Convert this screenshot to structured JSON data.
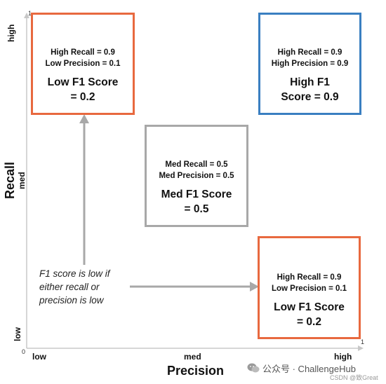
{
  "axes": {
    "x_title": "Precision",
    "y_title": "Recall",
    "x_ticks": [
      "low",
      "med",
      "high"
    ],
    "y_ticks": [
      "low",
      "med",
      "high"
    ],
    "origin_label": "0",
    "x_max_label": "1",
    "y_max_label": "1"
  },
  "boxes": {
    "top_left": {
      "line1": "High Recall = 0.9",
      "line2": "Low Precision = 0.1",
      "title1": "Low F1 Score",
      "title2": "= 0.2",
      "color": "#e8693f"
    },
    "top_right": {
      "line1": "High Recall = 0.9",
      "line2": "High Precision = 0.9",
      "title1": "High F1",
      "title2": "Score = 0.9",
      "color": "#3a7fc1"
    },
    "center": {
      "line1": "Med Recall = 0.5",
      "line2": "Med Precision = 0.5",
      "title1": "Med F1 Score",
      "title2": "= 0.5",
      "color": "#a8a8a8"
    },
    "bottom_right": {
      "line1": "High Recall = 0.9",
      "line2": "Low Precision = 0.1",
      "title1": "Low F1 Score",
      "title2": "= 0.2",
      "color": "#e8693f"
    }
  },
  "note": {
    "line1": "F1 score is low if",
    "line2": "either recall or",
    "line3": "precision is low"
  },
  "watermark": {
    "main": "公众号 · ChallengeHub",
    "sub": "CSDN @致Great"
  },
  "colors": {
    "axis": "#c8c8c8",
    "arrow": "#a8a8a8"
  }
}
